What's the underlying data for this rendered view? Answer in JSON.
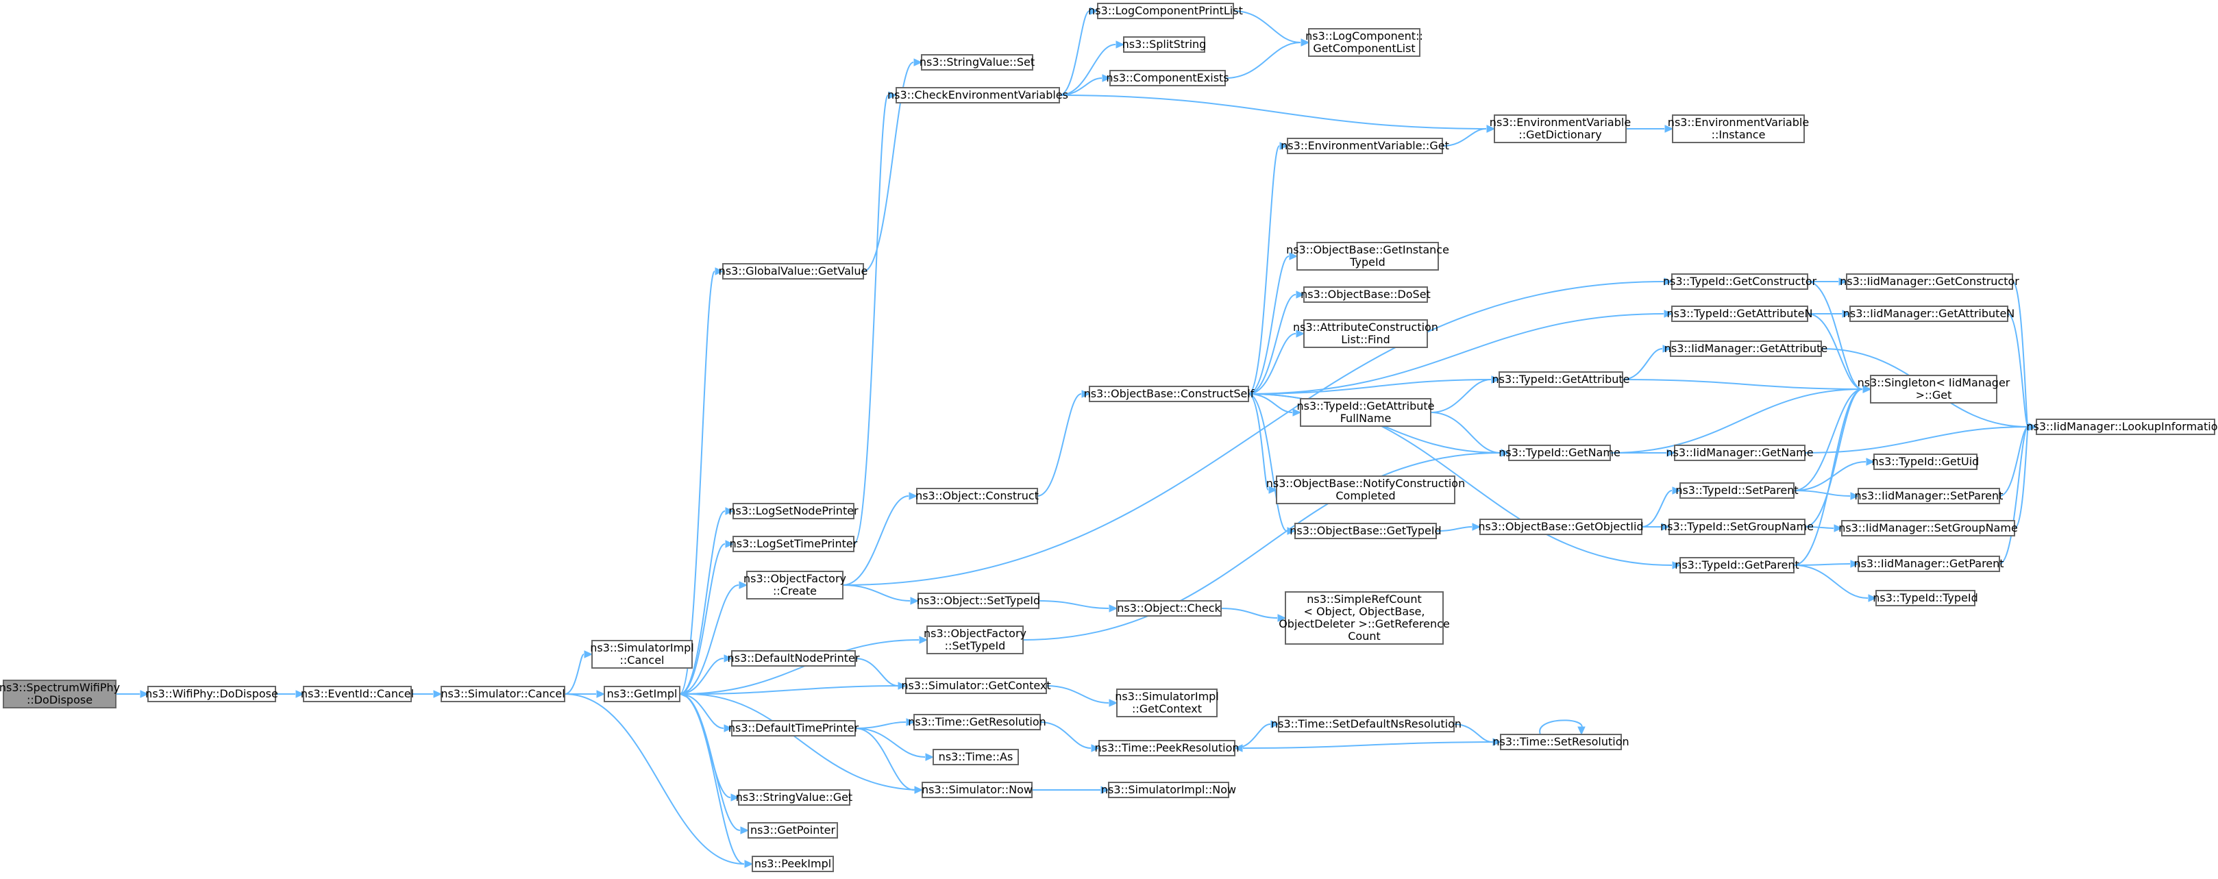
{
  "graph": {
    "colors": {
      "edge": "#63b8ff",
      "node_border": "#666666",
      "root_fill": "#999999",
      "node_fill": "#ffffff"
    },
    "nodes": [
      {
        "id": "SpectrumWifiPhy_DoDispose",
        "lines": [
          "ns3::SpectrumWifiPhy",
          "::DoDispose"
        ],
        "root": true
      },
      {
        "id": "WifiPhy_DoDispose",
        "lines": [
          "ns3::WifiPhy::DoDispose"
        ]
      },
      {
        "id": "EventId_Cancel",
        "lines": [
          "ns3::EventId::Cancel"
        ]
      },
      {
        "id": "Simulator_Cancel",
        "lines": [
          "ns3::Simulator::Cancel"
        ]
      },
      {
        "id": "SimulatorImpl_Cancel",
        "lines": [
          "ns3::SimulatorImpl",
          "::Cancel"
        ]
      },
      {
        "id": "GetImpl",
        "lines": [
          "ns3::GetImpl"
        ]
      },
      {
        "id": "GlobalValue_GetValue",
        "lines": [
          "ns3::GlobalValue::GetValue"
        ]
      },
      {
        "id": "LogSetNodePrinter",
        "lines": [
          "ns3::LogSetNodePrinter"
        ]
      },
      {
        "id": "LogSetTimePrinter",
        "lines": [
          "ns3::LogSetTimePrinter"
        ]
      },
      {
        "id": "ObjectFactory_Create",
        "lines": [
          "ns3::ObjectFactory",
          "::Create"
        ]
      },
      {
        "id": "DefaultNodePrinter",
        "lines": [
          "ns3::DefaultNodePrinter"
        ]
      },
      {
        "id": "DefaultTimePrinter",
        "lines": [
          "ns3::DefaultTimePrinter"
        ]
      },
      {
        "id": "StringValue_Get",
        "lines": [
          "ns3::StringValue::Get"
        ]
      },
      {
        "id": "GetPointer",
        "lines": [
          "ns3::GetPointer"
        ]
      },
      {
        "id": "PeekImpl",
        "lines": [
          "ns3::PeekImpl"
        ]
      },
      {
        "id": "StringValue_Set",
        "lines": [
          "ns3::StringValue::Set"
        ]
      },
      {
        "id": "CheckEnvironmentVariables",
        "lines": [
          "ns3::CheckEnvironmentVariables"
        ]
      },
      {
        "id": "Object_Construct",
        "lines": [
          "ns3::Object::Construct"
        ]
      },
      {
        "id": "Object_SetTypeId",
        "lines": [
          "ns3::Object::SetTypeId"
        ]
      },
      {
        "id": "ObjectFactory_SetTypeId",
        "lines": [
          "ns3::ObjectFactory",
          "::SetTypeId"
        ]
      },
      {
        "id": "Simulator_GetContext",
        "lines": [
          "ns3::Simulator::GetContext"
        ]
      },
      {
        "id": "Time_GetResolution",
        "lines": [
          "ns3::Time::GetResolution"
        ]
      },
      {
        "id": "Time_As",
        "lines": [
          "ns3::Time::As"
        ]
      },
      {
        "id": "Simulator_Now",
        "lines": [
          "ns3::Simulator::Now"
        ]
      },
      {
        "id": "LogComponentPrintList",
        "lines": [
          "ns3::LogComponentPrintList"
        ]
      },
      {
        "id": "SplitString",
        "lines": [
          "ns3::SplitString"
        ]
      },
      {
        "id": "ComponentExists",
        "lines": [
          "ns3::ComponentExists"
        ]
      },
      {
        "id": "ObjectBase_ConstructSelf",
        "lines": [
          "ns3::ObjectBase::ConstructSelf"
        ]
      },
      {
        "id": "Object_Check",
        "lines": [
          "ns3::Object::Check"
        ]
      },
      {
        "id": "SimulatorImpl_GetContext",
        "lines": [
          "ns3::SimulatorImpl",
          "::GetContext"
        ]
      },
      {
        "id": "Time_PeekResolution",
        "lines": [
          "ns3::Time::PeekResolution"
        ]
      },
      {
        "id": "SimulatorImpl_Now",
        "lines": [
          "ns3::SimulatorImpl::Now"
        ]
      },
      {
        "id": "EnvironmentVariable_Get",
        "lines": [
          "ns3::EnvironmentVariable::Get"
        ]
      },
      {
        "id": "ObjectBase_GetInstanceTypeId",
        "lines": [
          "ns3::ObjectBase::GetInstance",
          "TypeId"
        ]
      },
      {
        "id": "ObjectBase_DoSet",
        "lines": [
          "ns3::ObjectBase::DoSet"
        ]
      },
      {
        "id": "AttributeConstructionList_Find",
        "lines": [
          "ns3::AttributeConstruction",
          "List::Find"
        ]
      },
      {
        "id": "TypeId_GetAttributeFullName",
        "lines": [
          "ns3::TypeId::GetAttribute",
          "FullName"
        ]
      },
      {
        "id": "ObjectBase_NotifyConstructionCompleted",
        "lines": [
          "ns3::ObjectBase::NotifyConstruction",
          "Completed"
        ]
      },
      {
        "id": "ObjectBase_GetTypeId",
        "lines": [
          "ns3::ObjectBase::GetTypeId"
        ]
      },
      {
        "id": "SimpleRefCount_GetReferenceCount",
        "lines": [
          "ns3::SimpleRefCount",
          "< Object, ObjectBase,",
          "ObjectDeleter >::GetReference",
          "Count"
        ]
      },
      {
        "id": "Time_SetDefaultNsResolution",
        "lines": [
          "ns3::Time::SetDefaultNsResolution"
        ]
      },
      {
        "id": "LogComponent_GetComponentList",
        "lines": [
          "ns3::LogComponent::",
          "GetComponentList"
        ]
      },
      {
        "id": "EnvironmentVariable_GetDictionary",
        "lines": [
          "ns3::EnvironmentVariable",
          "::GetDictionary"
        ]
      },
      {
        "id": "TypeId_GetAttribute",
        "lines": [
          "ns3::TypeId::GetAttribute"
        ]
      },
      {
        "id": "TypeId_GetName",
        "lines": [
          "ns3::TypeId::GetName"
        ]
      },
      {
        "id": "ObjectBase_GetObjectIid",
        "lines": [
          "ns3::ObjectBase::GetObjectIid"
        ]
      },
      {
        "id": "Time_SetResolution",
        "lines": [
          "ns3::Time::SetResolution"
        ]
      },
      {
        "id": "EnvironmentVariable_Instance",
        "lines": [
          "ns3::EnvironmentVariable",
          "::Instance"
        ]
      },
      {
        "id": "TypeId_GetConstructor",
        "lines": [
          "ns3::TypeId::GetConstructor"
        ]
      },
      {
        "id": "TypeId_GetAttributeN",
        "lines": [
          "ns3::TypeId::GetAttributeN"
        ]
      },
      {
        "id": "IidManager_GetAttribute",
        "lines": [
          "ns3::IidManager::GetAttribute"
        ]
      },
      {
        "id": "IidManager_GetName",
        "lines": [
          "ns3::IidManager::GetName"
        ]
      },
      {
        "id": "TypeId_SetParent",
        "lines": [
          "ns3::TypeId::SetParent"
        ]
      },
      {
        "id": "TypeId_SetGroupName",
        "lines": [
          "ns3::TypeId::SetGroupName"
        ]
      },
      {
        "id": "TypeId_GetParent",
        "lines": [
          "ns3::TypeId::GetParent"
        ]
      },
      {
        "id": "IidManager_GetConstructor",
        "lines": [
          "ns3::IidManager::GetConstructor"
        ]
      },
      {
        "id": "IidManager_GetAttributeN",
        "lines": [
          "ns3::IidManager::GetAttributeN"
        ]
      },
      {
        "id": "Singleton_Get",
        "lines": [
          "ns3::Singleton< IidManager",
          " >::Get"
        ]
      },
      {
        "id": "TypeId_GetUid",
        "lines": [
          "ns3::TypeId::GetUid"
        ]
      },
      {
        "id": "IidManager_SetParent",
        "lines": [
          "ns3::IidManager::SetParent"
        ]
      },
      {
        "id": "IidManager_SetGroupName",
        "lines": [
          "ns3::IidManager::SetGroupName"
        ]
      },
      {
        "id": "IidManager_GetParent",
        "lines": [
          "ns3::IidManager::GetParent"
        ]
      },
      {
        "id": "TypeId_TypeId",
        "lines": [
          "ns3::TypeId::TypeId"
        ]
      },
      {
        "id": "IidManager_LookupInformation",
        "lines": [
          "ns3::IidManager::LookupInformation"
        ]
      }
    ],
    "edges": [
      [
        "SpectrumWifiPhy_DoDispose",
        "WifiPhy_DoDispose"
      ],
      [
        "WifiPhy_DoDispose",
        "EventId_Cancel"
      ],
      [
        "EventId_Cancel",
        "Simulator_Cancel"
      ],
      [
        "Simulator_Cancel",
        "SimulatorImpl_Cancel"
      ],
      [
        "Simulator_Cancel",
        "GetImpl"
      ],
      [
        "Simulator_Cancel",
        "PeekImpl"
      ],
      [
        "GetImpl",
        "GlobalValue_GetValue"
      ],
      [
        "GetImpl",
        "LogSetNodePrinter"
      ],
      [
        "GetImpl",
        "LogSetTimePrinter"
      ],
      [
        "GetImpl",
        "ObjectFactory_Create"
      ],
      [
        "GetImpl",
        "ObjectFactory_SetTypeId"
      ],
      [
        "GetImpl",
        "DefaultNodePrinter"
      ],
      [
        "GetImpl",
        "DefaultTimePrinter"
      ],
      [
        "GetImpl",
        "StringValue_Get"
      ],
      [
        "GetImpl",
        "GetPointer"
      ],
      [
        "GetImpl",
        "PeekImpl"
      ],
      [
        "GlobalValue_GetValue",
        "StringValue_Set"
      ],
      [
        "LogSetTimePrinter",
        "CheckEnvironmentVariables"
      ],
      [
        "ObjectFactory_Create",
        "Object_Construct"
      ],
      [
        "ObjectFactory_Create",
        "Object_SetTypeId"
      ],
      [
        "ObjectFactory_Create",
        "TypeId_GetConstructor"
      ],
      [
        "ObjectFactory_SetTypeId",
        "TypeId_GetName"
      ],
      [
        "DefaultNodePrinter",
        "Simulator_GetContext"
      ],
      [
        "Simulator_GetContext",
        "GetImpl"
      ],
      [
        "Simulator_GetContext",
        "SimulatorImpl_GetContext"
      ],
      [
        "DefaultTimePrinter",
        "Time_GetResolution"
      ],
      [
        "DefaultTimePrinter",
        "Time_As"
      ],
      [
        "DefaultTimePrinter",
        "Simulator_Now"
      ],
      [
        "Simulator_Now",
        "GetImpl"
      ],
      [
        "Simulator_Now",
        "SimulatorImpl_Now"
      ],
      [
        "Time_GetResolution",
        "Time_PeekResolution"
      ],
      [
        "Time_PeekResolution",
        "Time_SetDefaultNsResolution"
      ],
      [
        "Time_SetDefaultNsResolution",
        "Time_SetResolution"
      ],
      [
        "Time_SetResolution",
        "Time_PeekResolution"
      ],
      [
        "Time_SetResolution",
        "Time_SetResolution"
      ],
      [
        "CheckEnvironmentVariables",
        "LogComponentPrintList"
      ],
      [
        "CheckEnvironmentVariables",
        "SplitString"
      ],
      [
        "CheckEnvironmentVariables",
        "ComponentExists"
      ],
      [
        "CheckEnvironmentVariables",
        "EnvironmentVariable_GetDictionary"
      ],
      [
        "LogComponentPrintList",
        "LogComponent_GetComponentList"
      ],
      [
        "ComponentExists",
        "LogComponent_GetComponentList"
      ],
      [
        "EnvironmentVariable_GetDictionary",
        "EnvironmentVariable_Instance"
      ],
      [
        "Object_Construct",
        "ObjectBase_ConstructSelf"
      ],
      [
        "Object_SetTypeId",
        "Object_Check"
      ],
      [
        "Object_Check",
        "SimpleRefCount_GetReferenceCount"
      ],
      [
        "ObjectBase_ConstructSelf",
        "EnvironmentVariable_Get"
      ],
      [
        "ObjectBase_ConstructSelf",
        "ObjectBase_GetInstanceTypeId"
      ],
      [
        "ObjectBase_ConstructSelf",
        "ObjectBase_DoSet"
      ],
      [
        "ObjectBase_ConstructSelf",
        "AttributeConstructionList_Find"
      ],
      [
        "ObjectBase_ConstructSelf",
        "TypeId_GetAttributeFullName"
      ],
      [
        "ObjectBase_ConstructSelf",
        "ObjectBase_NotifyConstructionCompleted"
      ],
      [
        "ObjectBase_ConstructSelf",
        "ObjectBase_GetTypeId"
      ],
      [
        "ObjectBase_ConstructSelf",
        "TypeId_GetAttribute"
      ],
      [
        "ObjectBase_ConstructSelf",
        "TypeId_GetName"
      ],
      [
        "ObjectBase_ConstructSelf",
        "TypeId_GetAttributeN"
      ],
      [
        "ObjectBase_ConstructSelf",
        "TypeId_GetParent"
      ],
      [
        "EnvironmentVariable_Get",
        "EnvironmentVariable_GetDictionary"
      ],
      [
        "TypeId_GetAttributeFullName",
        "TypeId_GetAttribute"
      ],
      [
        "TypeId_GetAttributeFullName",
        "TypeId_GetName"
      ],
      [
        "ObjectBase_GetTypeId",
        "ObjectBase_GetObjectIid"
      ],
      [
        "ObjectBase_GetObjectIid",
        "TypeId_SetParent"
      ],
      [
        "ObjectBase_GetObjectIid",
        "TypeId_SetGroupName"
      ],
      [
        "TypeId_GetAttribute",
        "IidManager_GetAttribute"
      ],
      [
        "TypeId_GetAttribute",
        "Singleton_Get"
      ],
      [
        "TypeId_GetName",
        "IidManager_GetName"
      ],
      [
        "TypeId_GetName",
        "Singleton_Get"
      ],
      [
        "TypeId_GetConstructor",
        "IidManager_GetConstructor"
      ],
      [
        "TypeId_GetConstructor",
        "Singleton_Get"
      ],
      [
        "TypeId_GetAttributeN",
        "IidManager_GetAttributeN"
      ],
      [
        "TypeId_GetAttributeN",
        "Singleton_Get"
      ],
      [
        "TypeId_SetParent",
        "TypeId_GetUid"
      ],
      [
        "TypeId_SetParent",
        "IidManager_SetParent"
      ],
      [
        "TypeId_SetParent",
        "Singleton_Get"
      ],
      [
        "TypeId_SetGroupName",
        "IidManager_SetGroupName"
      ],
      [
        "TypeId_SetGroupName",
        "Singleton_Get"
      ],
      [
        "TypeId_GetParent",
        "IidManager_GetParent"
      ],
      [
        "TypeId_GetParent",
        "TypeId_TypeId"
      ],
      [
        "TypeId_GetParent",
        "Singleton_Get"
      ],
      [
        "IidManager_GetConstructor",
        "IidManager_LookupInformation"
      ],
      [
        "IidManager_GetAttributeN",
        "IidManager_LookupInformation"
      ],
      [
        "IidManager_GetAttribute",
        "IidManager_LookupInformation"
      ],
      [
        "IidManager_GetName",
        "IidManager_LookupInformation"
      ],
      [
        "IidManager_SetParent",
        "IidManager_LookupInformation"
      ],
      [
        "IidManager_SetGroupName",
        "IidManager_LookupInformation"
      ],
      [
        "IidManager_GetParent",
        "IidManager_LookupInformation"
      ]
    ]
  }
}
